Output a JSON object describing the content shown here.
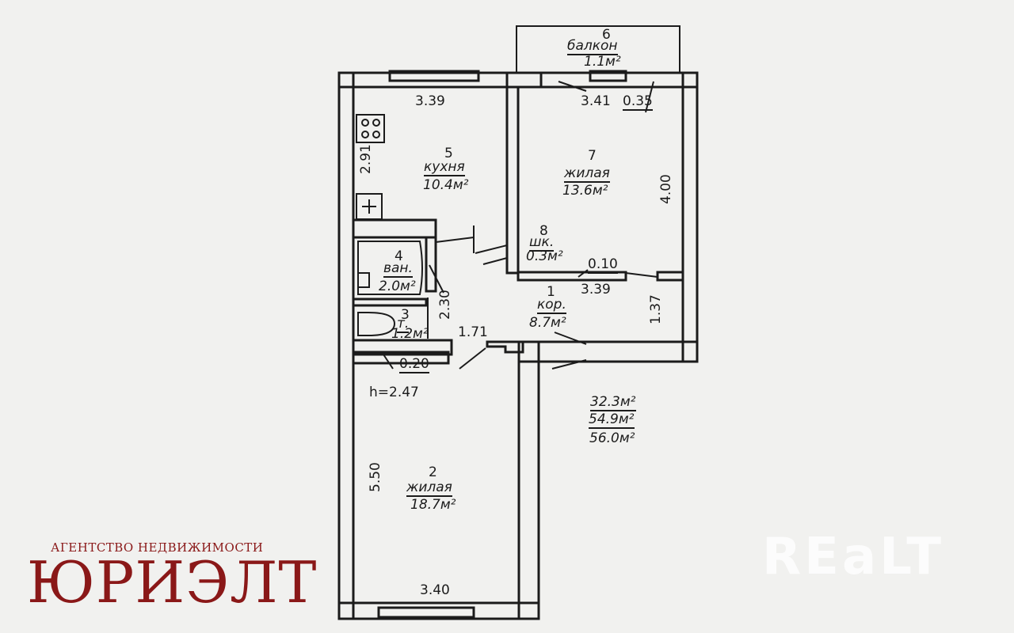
{
  "plan": {
    "balcony": {
      "number": "6",
      "name": "балкон",
      "area": "1.1м²"
    },
    "kitchen": {
      "number": "5",
      "name": "кухня",
      "area": "10.4м²"
    },
    "room7": {
      "number": "7",
      "name": "жилая",
      "area": "13.6м²"
    },
    "closet": {
      "number": "8",
      "name": "шк.",
      "area": "0.3м²"
    },
    "bath": {
      "number": "4",
      "name": "ван.",
      "area": "2.0м²"
    },
    "wc": {
      "number": "3",
      "name": "т.",
      "area": "1.2м²"
    },
    "corridor": {
      "number": "1",
      "name": "кор.",
      "area": "8.7м²"
    },
    "room2": {
      "number": "2",
      "name": "жилая",
      "area": "18.7м²"
    },
    "dims": {
      "kitchen_width": "3.39",
      "kitchen_depth": "2.91",
      "room7_width": "3.41",
      "room7_extra": "0.35",
      "room7_depth": "4.00",
      "wall_010": "0.10",
      "corridor_width": "3.39",
      "corridor_depth": "1.37",
      "bath_depth": "2.30",
      "corridor_171": "1.71",
      "wall_020": "0.20",
      "room2_depth": "5.50",
      "room2_width": "3.40"
    },
    "ceiling_height": "h=2.47",
    "totals": {
      "living": "32.3м²",
      "total": "54.9м²",
      "total_with_balcony": "56.0м²"
    }
  },
  "agency": {
    "subtitle": "АГЕНТСТВО НЕДВИЖИМОСТИ",
    "name": "ЮРИЭЛТ"
  },
  "watermark": "REaLT",
  "colors": {
    "agency": "#8a1818",
    "ink": "#1b1b1b",
    "paper": "#f1f1ef"
  }
}
